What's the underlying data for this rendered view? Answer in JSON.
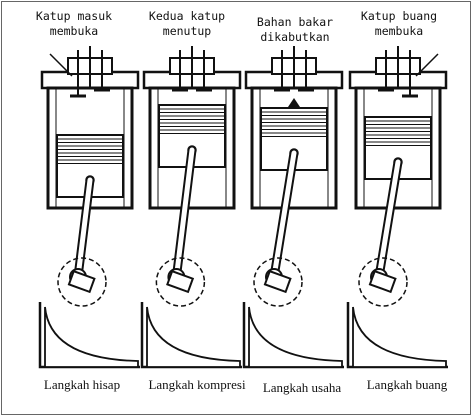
{
  "strokes": [
    {
      "id": "intake",
      "top_label_line1": "Katup masuk",
      "top_label_line2": "membuka",
      "bottom_label": "Langkah hisap",
      "piston_position": 0.55,
      "rod_angle": 0.3,
      "valves_open": "intake"
    },
    {
      "id": "compression",
      "top_label_line1": "Kedua katup",
      "top_label_line2": "menutup",
      "bottom_label": "Langkah kompresi",
      "piston_position": 0.05,
      "rod_angle": 0.12,
      "valves_open": "none"
    },
    {
      "id": "power",
      "top_label_line1": "Bahan bakar",
      "top_label_line2": "dikabutkan",
      "bottom_label": "Langkah usaha",
      "piston_position": 0.1,
      "rod_angle": -0.1,
      "valves_open": "injector"
    },
    {
      "id": "exhaust",
      "top_label_line1": "Katup buang",
      "top_label_line2": "membuka",
      "bottom_label": "Langkah buang",
      "piston_position": 0.25,
      "rod_angle": -0.05,
      "valves_open": "exhaust"
    }
  ]
}
